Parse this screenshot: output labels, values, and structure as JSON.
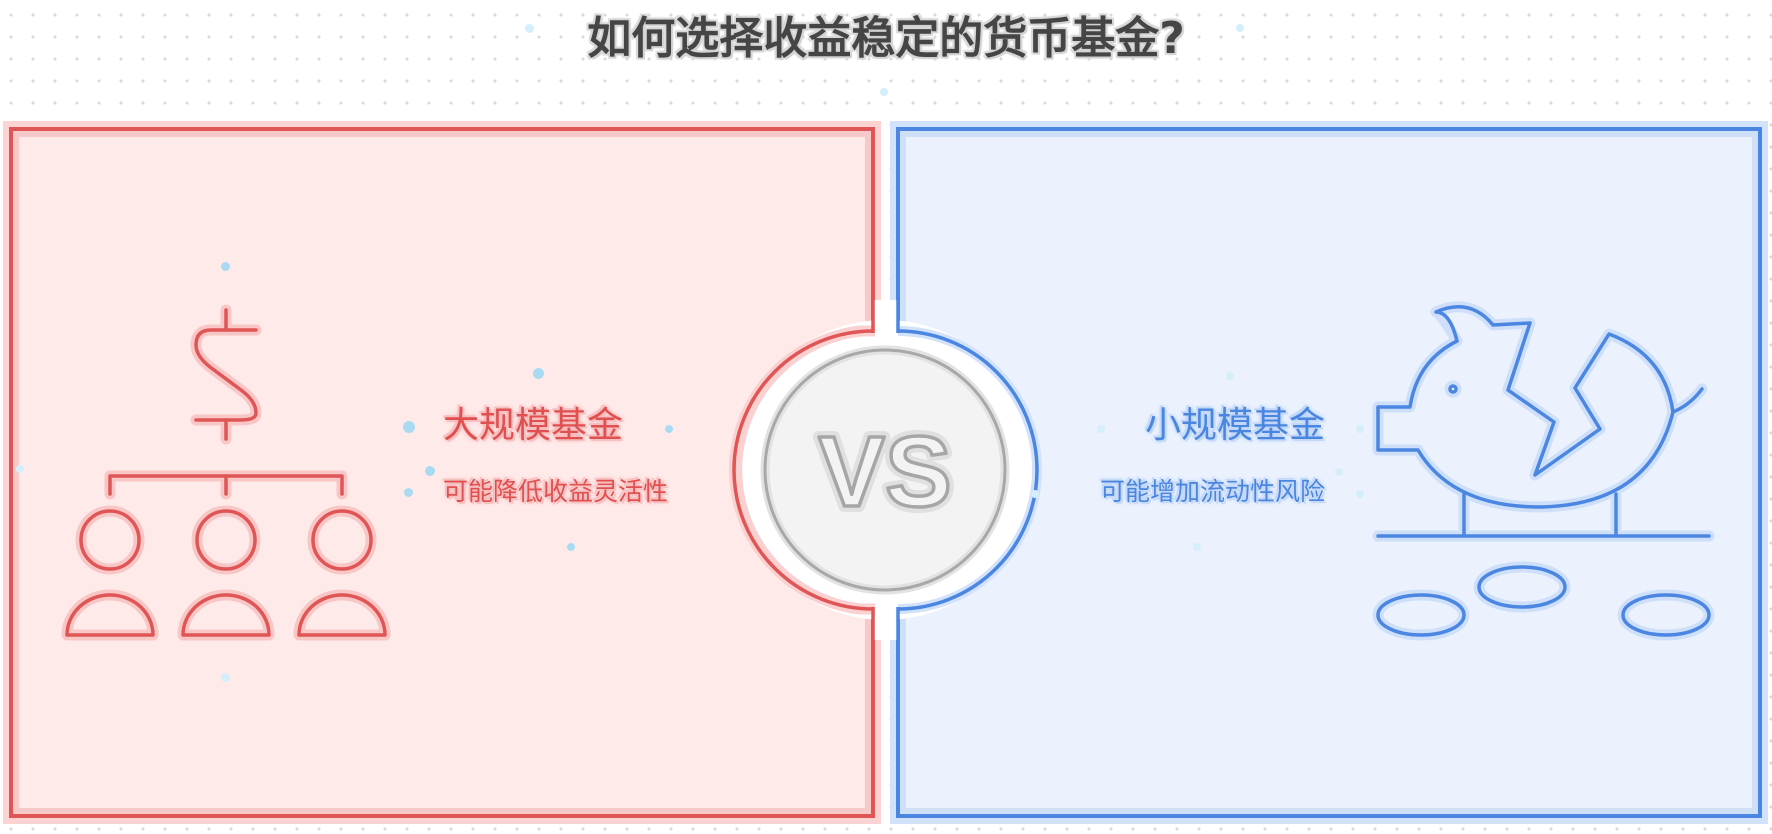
{
  "title": "如何选择收益稳定的货币基金?",
  "left": {
    "title": "大规模基金",
    "subtitle": "可能降低收益灵活性",
    "icon": "dollar-hierarchy-people-icon",
    "accent_color": "#e05555",
    "background_color": "#ffeaea"
  },
  "right": {
    "title": "小规模基金",
    "subtitle": "可能增加流动性风险",
    "icon": "broken-piggy-bank-icon",
    "accent_color": "#4a86e2",
    "background_color": "#ebf2fe"
  },
  "versus": {
    "label": "VS",
    "color": "#aaaaaa"
  }
}
